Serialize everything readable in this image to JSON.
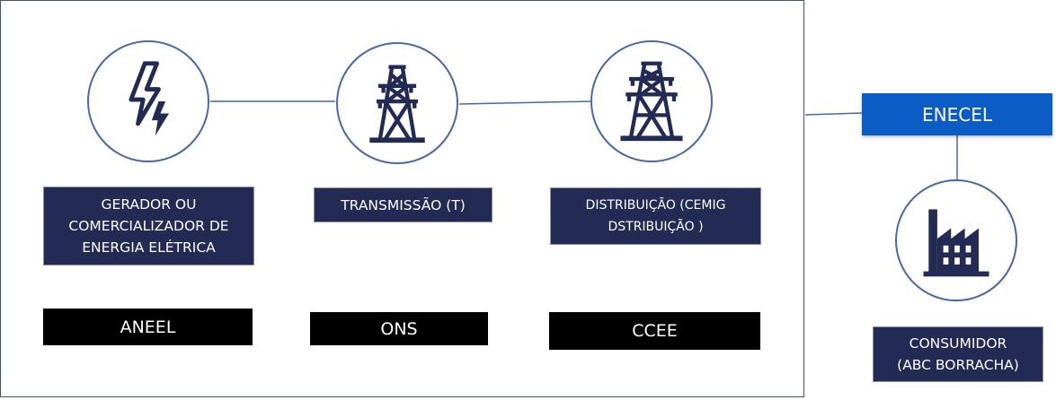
{
  "nodes": {
    "gerador": {
      "label": "GERADOR OU\nCOMERCIALIZADOR DE\nENERGIA ELÉTRICA",
      "agency": "ANEEL",
      "icon": "lightning-icon"
    },
    "transmissao": {
      "label": "TRANSMISSÃO (T)",
      "agency": "ONS",
      "icon": "transmission-tower-icon"
    },
    "distribuicao": {
      "label": "DISTRIBUIÇÃO (CEMIG\nDSTRIBUIÇÃO )",
      "agency": "CCEE",
      "icon": "distribution-tower-icon"
    },
    "consumidor": {
      "label": "CONSUMIDOR\n(ABC BORRACHA)",
      "icon": "factory-icon"
    }
  },
  "enecel": {
    "label": "ENECEL"
  },
  "colors": {
    "label_bg": "#232a54",
    "circle_border": "#4a67a6",
    "enecel_bg": "#0b5cc5",
    "agency_bg": "#000000",
    "icon_fill": "#232a54",
    "connector": "#4a67a6"
  }
}
